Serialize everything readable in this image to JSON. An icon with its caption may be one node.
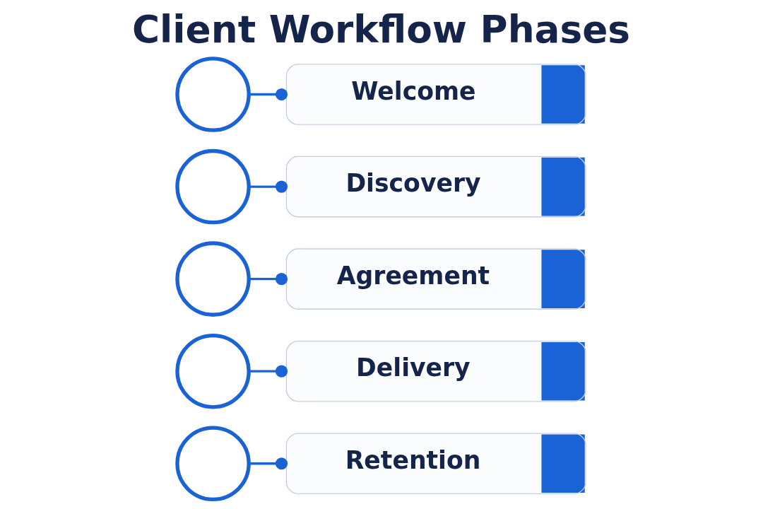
{
  "diagram": {
    "title": "Client Workflow Phases",
    "nodes": [
      {
        "text": [],
        "shape": "circle"
      },
      {
        "text": [
          "Welcome"
        ]
      },
      {
        "text": [],
        "shape": "circle"
      },
      {
        "text": [
          "Discovery"
        ]
      },
      {
        "text": [],
        "shape": "circle"
      },
      {
        "text": [
          "Agreement"
        ]
      },
      {
        "text": [],
        "shape": "circle"
      },
      {
        "text": [
          "Delivery"
        ]
      },
      {
        "text": [],
        "shape": "circle"
      },
      {
        "text": [
          "Retention"
        ]
      }
    ],
    "edges": [
      {
        "from": 0,
        "to": 1,
        "arrow": "other"
      },
      {
        "from": 2,
        "to": 3,
        "arrow": "other"
      },
      {
        "from": 4,
        "to": 5,
        "arrow": "other"
      },
      {
        "from": 6,
        "to": 7,
        "arrow": "other"
      },
      {
        "from": 8,
        "to": 9,
        "arrow": "other"
      }
    ]
  }
}
